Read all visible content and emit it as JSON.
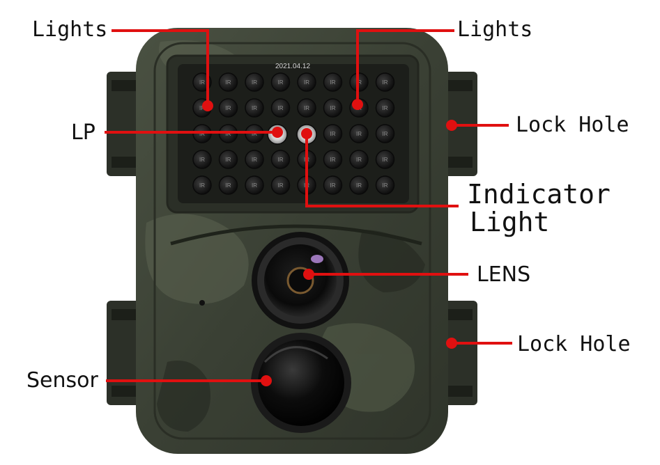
{
  "camera": {
    "date_stamp": "2021.04.12",
    "led_label": "IR",
    "body_color": "#3e4436",
    "accent_color": "#e01010"
  },
  "labels": {
    "lights_left": "Lights",
    "lights_right": "Lights",
    "lp": "LP",
    "lock_hole_top": "Lock Hole",
    "indicator_line1": "Indicator",
    "indicator_line2": "Light",
    "lens": "LENS",
    "lock_hole_bottom": "Lock Hole",
    "sensor": "Sensor"
  }
}
